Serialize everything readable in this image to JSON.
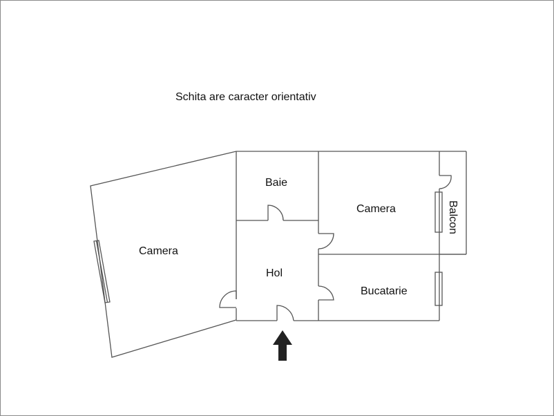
{
  "note": "Schita are caracter orientativ",
  "rooms": {
    "camera_left": "Camera",
    "baie": "Baie",
    "camera_right": "Camera",
    "balcon": "Balcon",
    "hol": "Hol",
    "bucatarie": "Bucatarie"
  },
  "colors": {
    "wall": "#555555",
    "arrow": "#222222",
    "border": "#8a8a8a"
  },
  "entrance_arrow": "up-arrow"
}
